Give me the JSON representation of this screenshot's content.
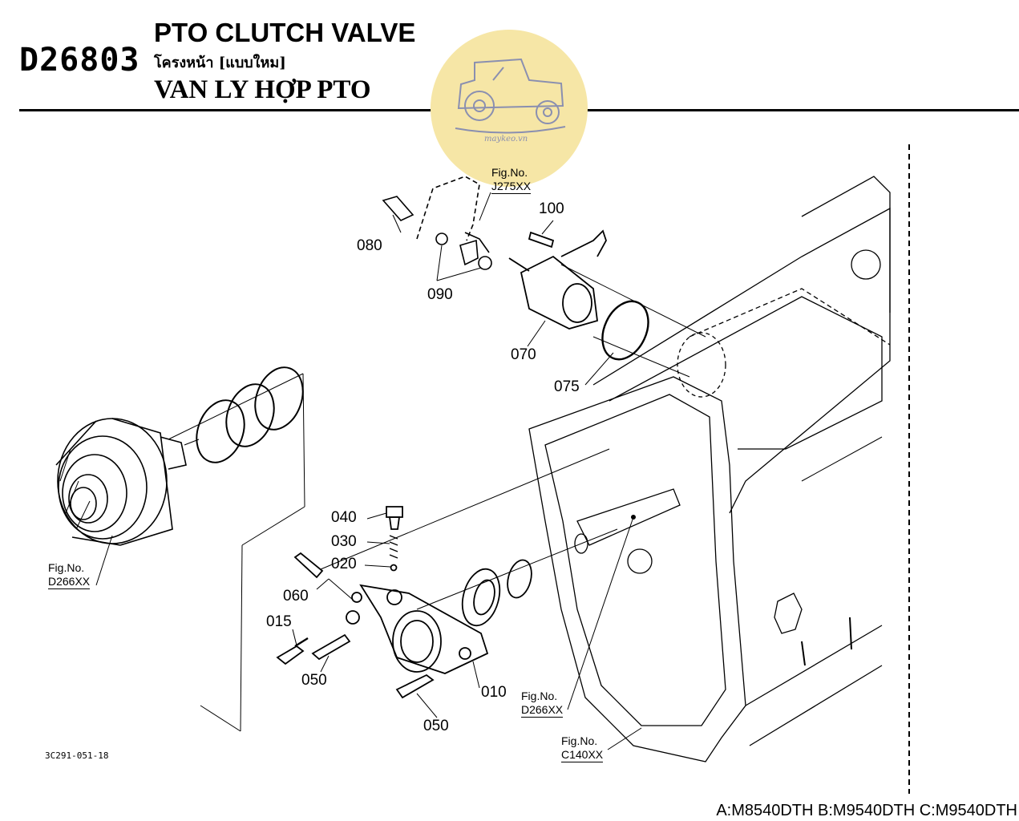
{
  "header": {
    "code": "D26803",
    "title_en": "PTO CLUTCH VALVE",
    "title_th": "โครงหน้า [แบบใหม]",
    "title_vi": "VAN LY HỢP PTO"
  },
  "watermark": {
    "text": "maykeo.vn",
    "color": "#f5e39a"
  },
  "parts": {
    "p010": "010",
    "p015": "015",
    "p020": "020",
    "p030": "030",
    "p040": "040",
    "p050a": "050",
    "p050b": "050",
    "p060": "060",
    "p070": "070",
    "p075": "075",
    "p080": "080",
    "p090": "090",
    "p100": "100"
  },
  "refs": {
    "fig_label": "Fig.No.",
    "j275": "J275XX",
    "d266_left": "D266XX",
    "d266_right": "D266XX",
    "c140": "C140XX"
  },
  "illustration_no": "3C291-051-18",
  "footer": {
    "models": "A:M8540DTH B:M9540DTH C:M9540DTH"
  }
}
